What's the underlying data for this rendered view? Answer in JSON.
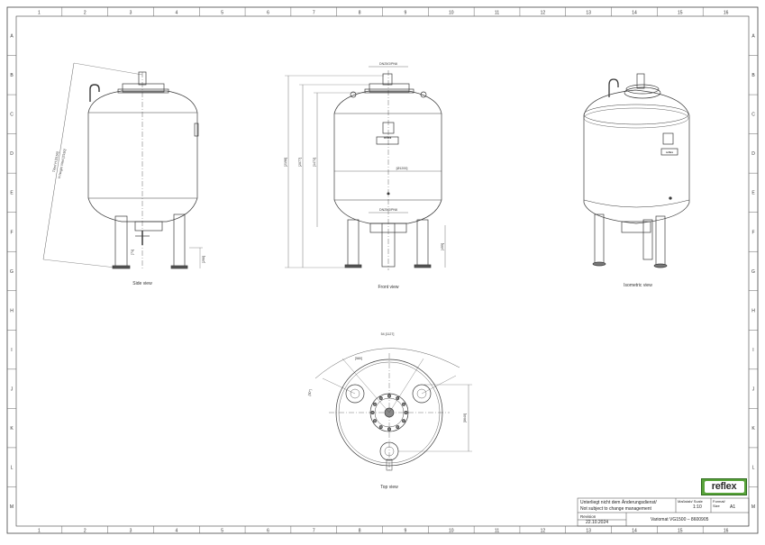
{
  "frame": {
    "cols": [
      "1",
      "2",
      "3",
      "4",
      "5",
      "6",
      "7",
      "8",
      "9",
      "10",
      "11",
      "12",
      "13",
      "14",
      "15",
      "16"
    ],
    "rows": [
      "A",
      "B",
      "C",
      "D",
      "E",
      "F",
      "G",
      "H",
      "I",
      "J",
      "K",
      "L",
      "M"
    ]
  },
  "views": {
    "side": "Side view",
    "front": "Front view",
    "iso": "Isometric view",
    "top": "Top view"
  },
  "dimensions": {
    "tilt_height": "Tilted H [2150]",
    "tilt_height2": "H height tilted [2150]",
    "top_conn": "DN25G/PN6",
    "bottom_conn": "DN25G/PN6",
    "diameter": "[Ø1200]",
    "total_height": "[2198]",
    "h1": "[2077]",
    "h2": "[1472]",
    "foot": "[455]",
    "side_foot": "[290]",
    "side_small": "[71]",
    "top_arc": "54 [1127]",
    "top_dim": "[580]",
    "top_vertical": "[8640]",
    "top_small": "[30°]"
  },
  "brand": {
    "logo_text": "reflex",
    "logo_bg": "#58a33a"
  },
  "title_block": {
    "note_de": "Unterliegt nicht dem Änderungsdienst/",
    "note_en": "Not subject to change management",
    "scale_label": "Maßstab/ Scale",
    "scale_value": "1:10",
    "format_label": "Format/ Size",
    "format_value": "A1",
    "revision_label": "Revision",
    "revision_date": "22.10.2024",
    "drawing_title": "Variomat VG1500 – 8600905"
  }
}
